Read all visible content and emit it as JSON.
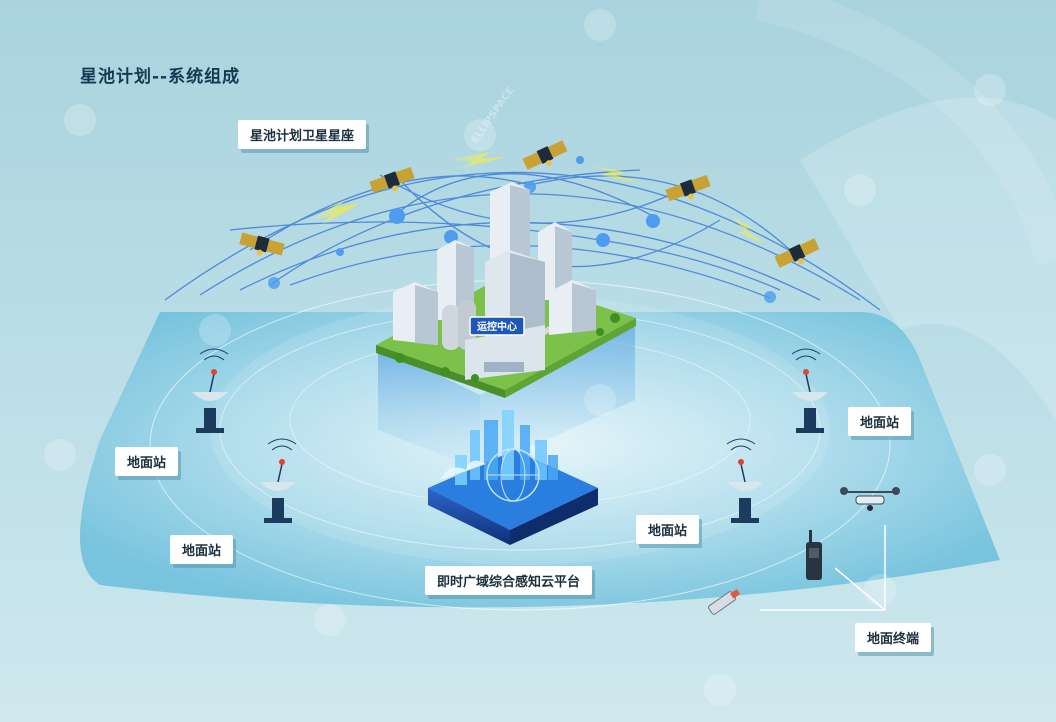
{
  "title": "星池计划--系统组成",
  "labels": {
    "constellation": "星池计划卫星星座",
    "control_center": "运控中心",
    "cloud_platform": "即时广域综合感知云平台",
    "ground_station_1": "地面站",
    "ground_station_2": "地面站",
    "ground_station_3": "地面站",
    "ground_station_4": "地面站",
    "ground_terminal": "地面终端"
  },
  "watermark": "ELLIPSPACE",
  "colors": {
    "background": "#b9dde6",
    "orbit": "#2f6fd8",
    "node": "#4f9bf0",
    "signal": "#f0ea3a",
    "platform_base": "#9fd2e6",
    "building": "#e8eef4",
    "cloud_platform": "#1e4fa8",
    "label_bg": "#ffffff",
    "title": "#143a52"
  },
  "icons": [
    "satellite-icon",
    "ground-station-icon",
    "drone-icon",
    "radio-terminal-icon",
    "sensor-icon",
    "building-icon",
    "globe-icon"
  ]
}
